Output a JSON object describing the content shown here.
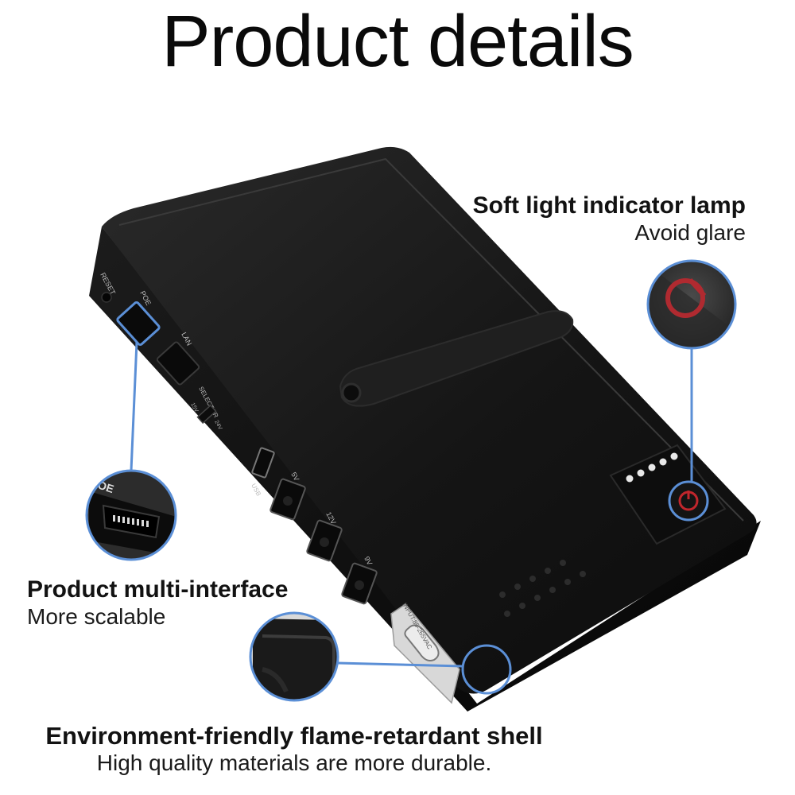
{
  "page": {
    "title": "Product details"
  },
  "callouts": {
    "indicator_lamp": {
      "heading": "Soft light indicator lamp",
      "subtext": "Avoid glare"
    },
    "multi_interface": {
      "heading": "Product multi-interface",
      "subtext": "More scalable"
    },
    "shell": {
      "heading": "Environment-friendly flame-retardant shell",
      "subtext": "High quality materials are more durable."
    }
  },
  "device": {
    "port_labels": [
      "RESET",
      "POE",
      "LAN",
      "SELECTOR",
      "USB",
      "5V",
      "12V",
      "9V"
    ],
    "selector_options": [
      "15V",
      "24V"
    ],
    "input_label": "INPUT:85-265VAC",
    "battery_led_count": 5,
    "accent_color": "#5b8fd6",
    "body_color": "#141414",
    "power_button_color": "#c0262c"
  }
}
